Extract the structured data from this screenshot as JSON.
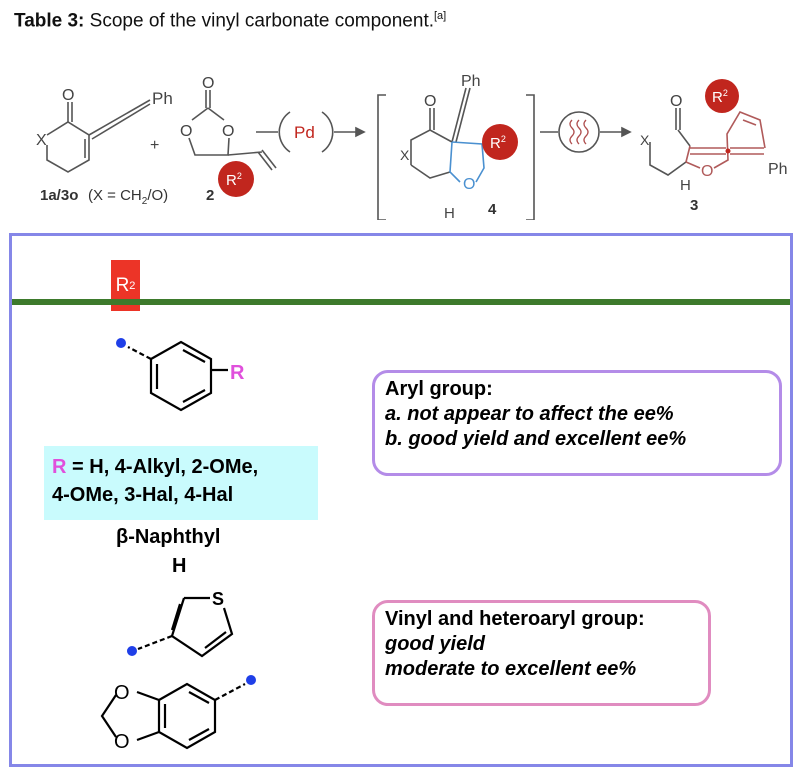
{
  "caption": {
    "label": "Table 3:",
    "text": " Scope of the vinyl carbonate component.",
    "footnote": "[a]"
  },
  "scheme": {
    "substrate1": {
      "oxygen": "O",
      "x_atom": "X",
      "phenyl": "Ph",
      "label": "1a/3o",
      "condition": "(X = CH",
      "subscript": "2",
      "condition_end": "/O)"
    },
    "plus": "+",
    "substrate2": {
      "carbonyl_o": "O",
      "ring_o1": "O",
      "ring_o2": "O",
      "label": "2",
      "r_group": "R",
      "r_sup": "2"
    },
    "catalyst": "Pd",
    "intermediate": {
      "phenyl": "Ph",
      "oxygen": "O",
      "ring_o": "O",
      "x_atom": "X",
      "hydrogen": "H",
      "label": "4",
      "r_group": "R",
      "r_sup": "2"
    },
    "heat_symbol": "heat",
    "product": {
      "oxygen": "O",
      "ring_o": "O",
      "x_atom": "X",
      "hydrogen": "H",
      "phenyl": "Ph",
      "label": "3",
      "r_group": "R",
      "r_sup": "2"
    }
  },
  "table": {
    "header": {
      "r_group": "R",
      "r_sup": "2"
    },
    "colors": {
      "border": "#8587e8",
      "header_rule": "#3d7a2c",
      "badge": "#ec3427",
      "attach_point": "#1f3fe8",
      "r_label": "#e050dc",
      "r_box_bg": "#c9fbfd"
    },
    "aryl": {
      "substituent_label": "R",
      "r_prefix": "R",
      "r_values_line1": " = H, 4-Alkyl, 2-OMe,",
      "r_values_line2": "4-OMe, 3-Hal, 4-Hal",
      "naphthyl": "β-Naphthyl"
    },
    "vinyl_h": "H",
    "thiophene_s": "S",
    "dioxole_o1": "O",
    "dioxole_o2": "O",
    "notes": [
      {
        "title": "Aryl group:",
        "lines": [
          "a. not appear to affect the ee%",
          "b. good yield and excellent ee%"
        ]
      },
      {
        "title": "Vinyl and heteroaryl group:",
        "lines": [
          "good yield",
          "moderate to excellent ee%"
        ]
      }
    ]
  }
}
